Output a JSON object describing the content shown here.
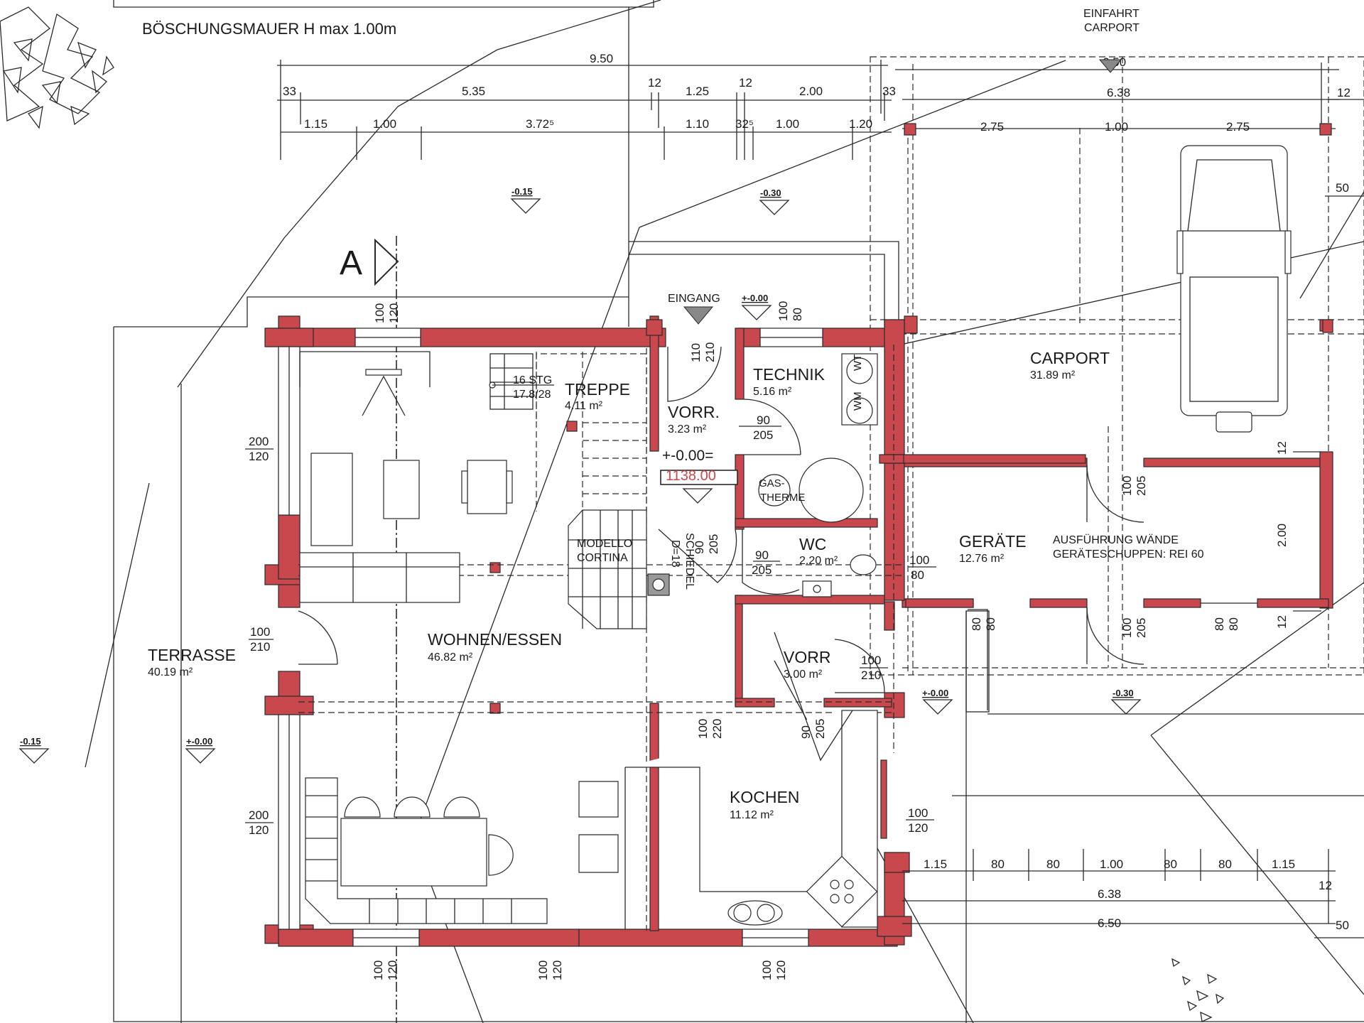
{
  "title": "BÖSCHUNGSMAUER H max 1.00m",
  "section_marker": "A",
  "colors": {
    "wall": "#c8484e",
    "line": "#2a2a2a",
    "level_red": "#c8484e"
  },
  "rooms": {
    "treppe": {
      "name": "TREPPE",
      "area": "4.11 m²",
      "steps": "16 STG",
      "ratio": "17.8/28"
    },
    "technik": {
      "name": "TECHNIK",
      "area": "5.16 m²",
      "wt": "WT",
      "wm": "WM"
    },
    "vorr1": {
      "name": "VORR.",
      "area": "3.23 m²"
    },
    "gastherme": {
      "line1": "GAS-",
      "line2": "THERME"
    },
    "wc": {
      "name": "WC",
      "area": "2.20 m²"
    },
    "vorr2": {
      "name": "VORR",
      "area": "3.00 m²"
    },
    "wohnen": {
      "name": "WOHNEN/ESSEN",
      "area": "46.82 m²"
    },
    "kochen": {
      "name": "KOCHEN",
      "area": "11.12 m²"
    },
    "terrasse": {
      "name": "TERRASSE",
      "area": "40.19 m²"
    },
    "carport": {
      "name": "CARPORT",
      "area": "31.89 m²"
    },
    "geraete": {
      "name": "GERÄTE",
      "area": "12.76 m²"
    }
  },
  "notes": {
    "eingang": "EINGANG",
    "einfahrt1": "EINFAHRT",
    "einfahrt2": "CARPORT",
    "modello1": "MODELLO",
    "modello2": "CORTINA",
    "schiedel1": "SCHIEDEL",
    "schiedel2": "D=18",
    "wall_note1": "AUSFÜHRUNG WÄNDE",
    "wall_note2": "GERÄTESCHUPPEN: REI 60"
  },
  "level": {
    "label": "+-0.00=",
    "value": "1138.00"
  },
  "levels": {
    "l1": "-0.15",
    "l2": "-0.30",
    "l3": "+-0.00",
    "l4": "-0.15",
    "l5": "+-0.00",
    "l6": "+-0.00",
    "l7": "-0.30"
  },
  "dims": {
    "top_total": "9.50",
    "top2": [
      "33",
      "5.35",
      "12",
      "1.25",
      "12",
      "2.00",
      "33"
    ],
    "top3": [
      "1.15",
      "1.00",
      "3.72⁵",
      "1.10",
      "32⁵",
      "1.00",
      "1.20"
    ],
    "carport_total": "6.50",
    "carport_inner": "6.38",
    "carport_right": "12",
    "carport_split": [
      "2.75",
      "1.00",
      "2.75"
    ],
    "carport_side": "50",
    "bottom_row": [
      "1.15",
      "80",
      "80",
      "1.00",
      "80",
      "80",
      "1.15"
    ],
    "bottom_inner": "6.38",
    "bottom_total": "6.50",
    "bottom_12": "12",
    "bottom_50": "50",
    "geraete_h": "2.00",
    "geraete_12a": "12",
    "geraete_12b": "12"
  },
  "openings": {
    "w_top": [
      "100",
      "120"
    ],
    "w_top2": [
      "100",
      "80"
    ],
    "w_left1": [
      "200",
      "120"
    ],
    "w_left2": [
      "200",
      "120"
    ],
    "d_terr": [
      "100",
      "210"
    ],
    "d_entry": [
      "110",
      "210"
    ],
    "d_tech": [
      "90",
      "205"
    ],
    "d_schied": [
      "90",
      "205"
    ],
    "d_wc": [
      "90",
      "205"
    ],
    "w_wc": [
      "100",
      "80"
    ],
    "d_vorr2": [
      "100",
      "210"
    ],
    "d_kueche": [
      "100",
      "220"
    ],
    "d_vorr2b": [
      "90",
      "205"
    ],
    "w_kueche": [
      "100",
      "120"
    ],
    "w_bot1": [
      "100",
      "120"
    ],
    "w_bot2": [
      "100",
      "120"
    ],
    "w_bot3": [
      "100",
      "120"
    ],
    "d_ger1": [
      "100",
      "205"
    ],
    "d_ger2": [
      "100",
      "205"
    ],
    "w_ger1": [
      "80",
      "80"
    ],
    "w_ger2": [
      "80",
      "80"
    ]
  }
}
